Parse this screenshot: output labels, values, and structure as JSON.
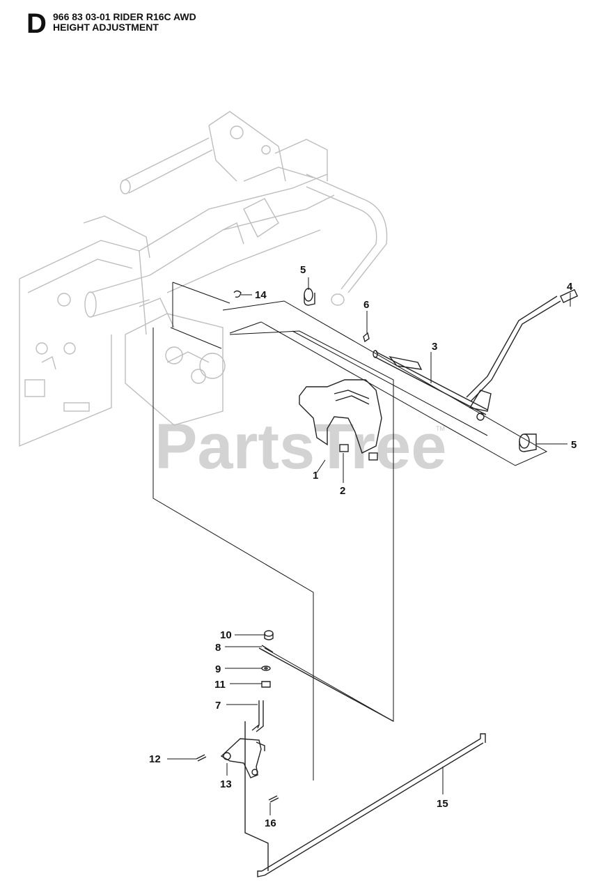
{
  "header": {
    "section_letter": "D",
    "title": "966 83 03-01 RIDER R16C AWD",
    "subtitle": "HEIGHT ADJUSTMENT"
  },
  "watermark": {
    "text": "PartsTree",
    "trademark": "TM"
  },
  "callouts": [
    {
      "id": "c1",
      "label": "1"
    },
    {
      "id": "c2",
      "label": "2"
    },
    {
      "id": "c3",
      "label": "3"
    },
    {
      "id": "c4",
      "label": "4"
    },
    {
      "id": "c5a",
      "label": "5"
    },
    {
      "id": "c5b",
      "label": "5"
    },
    {
      "id": "c6",
      "label": "6"
    },
    {
      "id": "c7",
      "label": "7"
    },
    {
      "id": "c8",
      "label": "8"
    },
    {
      "id": "c9",
      "label": "9"
    },
    {
      "id": "c10",
      "label": "10"
    },
    {
      "id": "c11",
      "label": "11"
    },
    {
      "id": "c12",
      "label": "12"
    },
    {
      "id": "c13",
      "label": "13"
    },
    {
      "id": "c14",
      "label": "14"
    },
    {
      "id": "c15",
      "label": "15"
    },
    {
      "id": "c16",
      "label": "16"
    }
  ]
}
